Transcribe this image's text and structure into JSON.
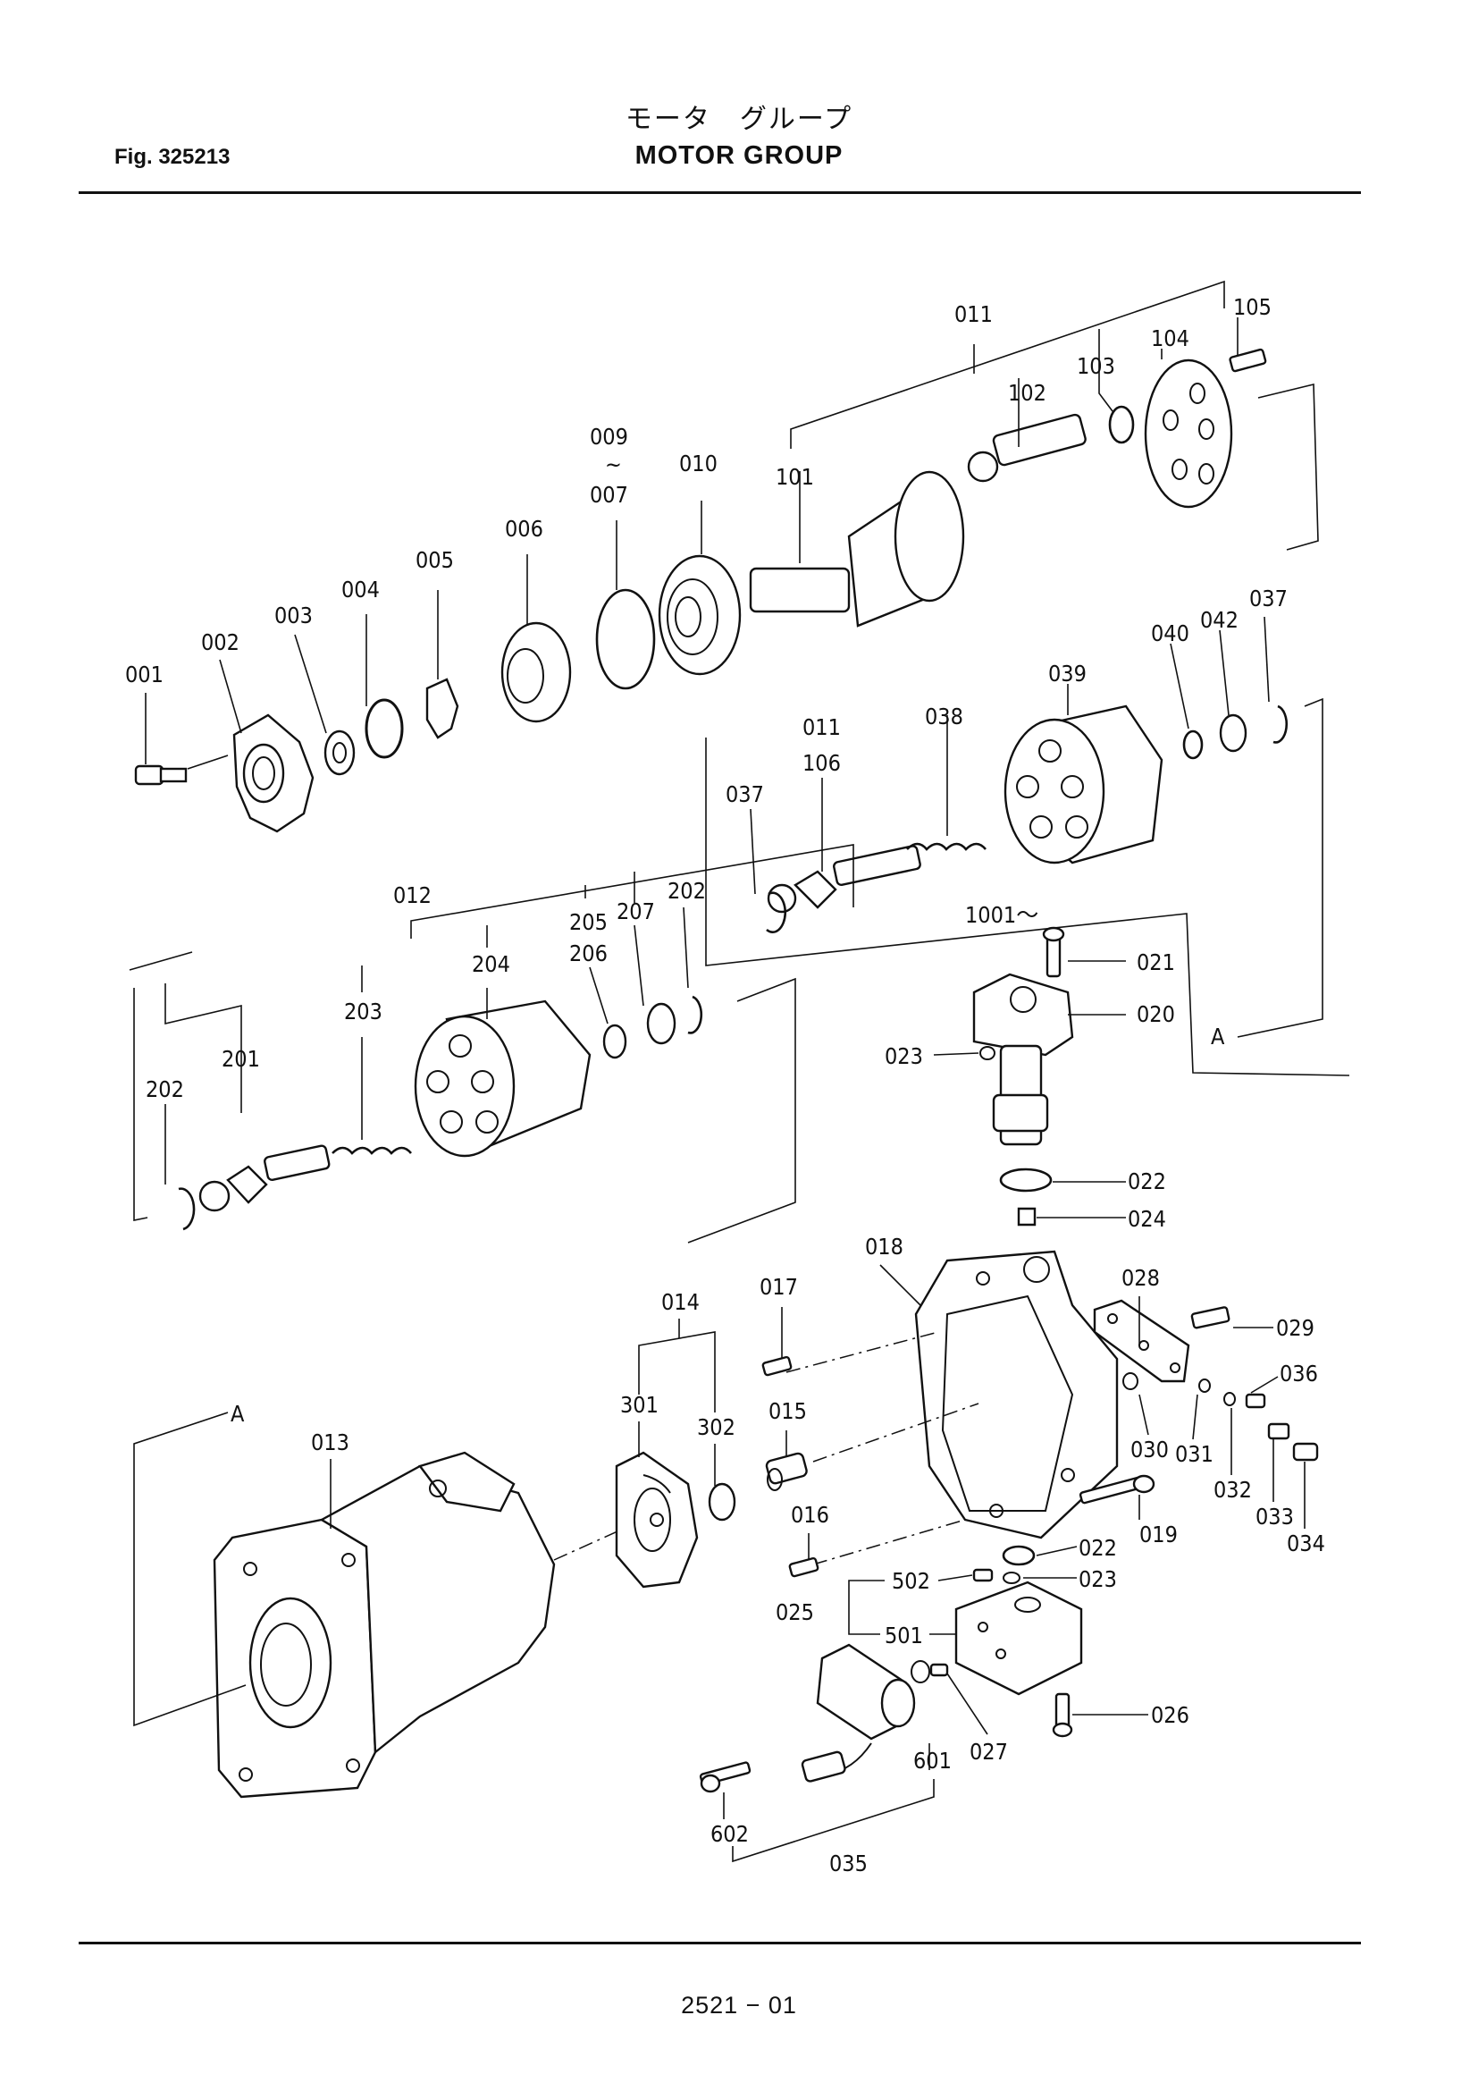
{
  "header": {
    "title_jp": "モータ　グループ",
    "title": "MOTOR  GROUP",
    "figure_ref": "Fig.  325213"
  },
  "footer": {
    "page_code": "2521 − 01"
  },
  "callouts": {
    "c001": "001",
    "c002": "002",
    "c003": "003",
    "c004": "004",
    "c005": "005",
    "c006": "006",
    "c009": "009",
    "c_tilde": "~",
    "c007": "007",
    "c010": "010",
    "c011a": "011",
    "c101": "101",
    "c102": "102",
    "c103": "103",
    "c104": "104",
    "c105": "105",
    "c037a": "037",
    "c042": "042",
    "c040": "040",
    "c039": "039",
    "c038": "038",
    "c011b": "011",
    "c106": "106",
    "c037b": "037",
    "c012": "012",
    "c204": "204",
    "c205": "205",
    "c206": "206",
    "c207": "207",
    "c202a": "202",
    "c203": "203",
    "c201": "201",
    "c202b": "202",
    "c1001": "1001～",
    "c021": "021",
    "c020": "020",
    "c023a": "023",
    "c022a": "022",
    "c024": "024",
    "refA1": "A",
    "refA2": "A",
    "c018": "018",
    "c017": "017",
    "c014": "014",
    "c301": "301",
    "c302": "302",
    "c015": "015",
    "c016": "016",
    "c013": "013",
    "c028": "028",
    "c029": "029",
    "c036": "036",
    "c030": "030",
    "c031": "031",
    "c032": "032",
    "c033": "033",
    "c034": "034",
    "c019": "019",
    "c022b": "022",
    "c023b": "023",
    "c502": "502",
    "c025": "025",
    "c501": "501",
    "c026": "026",
    "c027": "027",
    "c601": "601",
    "c602": "602",
    "c035": "035"
  }
}
